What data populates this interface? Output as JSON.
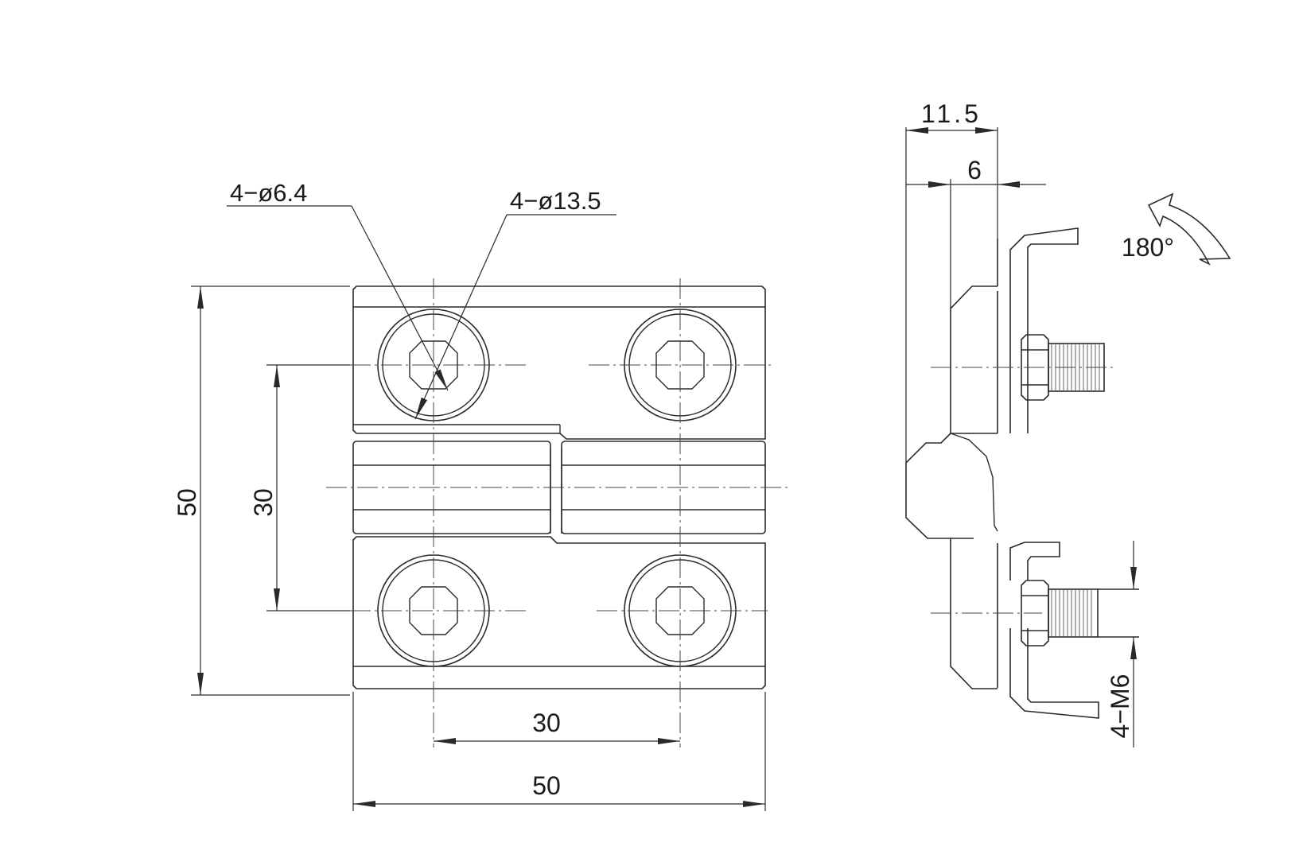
{
  "front_view": {
    "dims": {
      "height_total": "50",
      "height_holes": "30",
      "width_holes": "30",
      "width_total": "50"
    },
    "callouts": {
      "small_hole": "4−ø6.4",
      "large_hole": "4−ø13.5"
    }
  },
  "side_view": {
    "dims": {
      "thickness_total": "11.5",
      "thickness_leaf": "6",
      "thread": "4−M6"
    },
    "rotation": "180°"
  },
  "colors": {
    "line": "#2a2a2a",
    "background": "#ffffff"
  }
}
